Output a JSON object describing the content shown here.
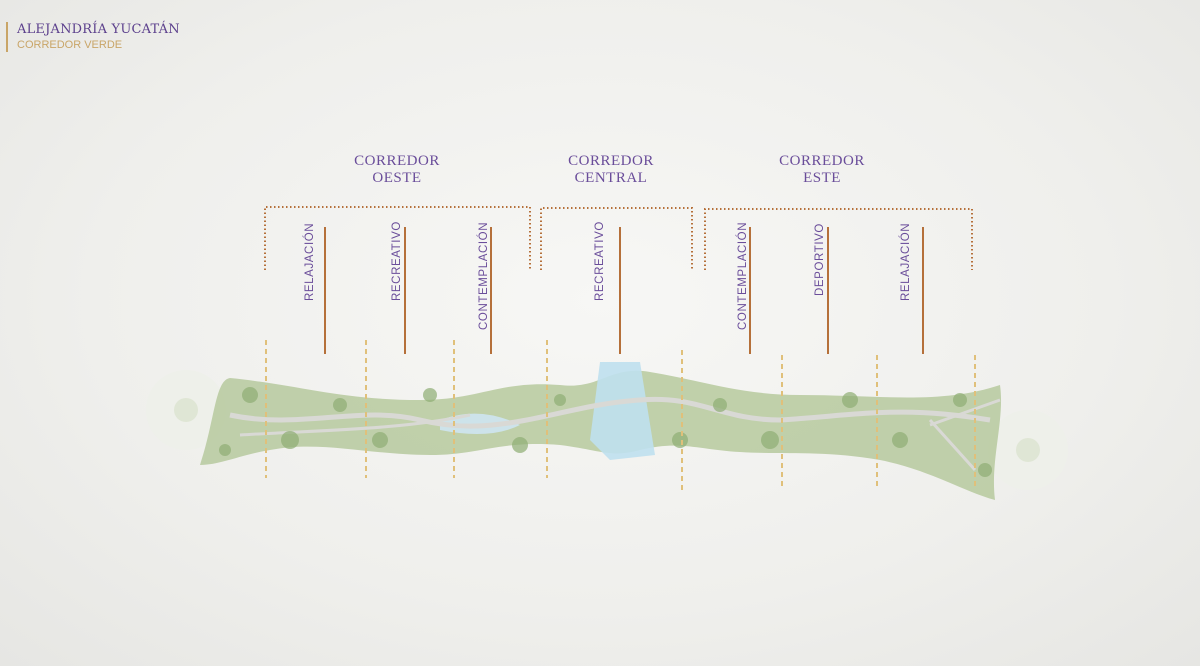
{
  "header": {
    "title": "ALEJANDRÍA YUCATÁN",
    "subtitle": "CORREDOR VERDE"
  },
  "corridors": [
    {
      "line1": "CORREDOR",
      "line2": "OESTE",
      "zones": [
        "RELAJACIÓN",
        "RECREATIVO",
        "CONTEMPLACIÓN"
      ]
    },
    {
      "line1": "CORREDOR",
      "line2": "CENTRAL",
      "zones": [
        "RECREATIVO"
      ]
    },
    {
      "line1": "CORREDOR",
      "line2": "ESTE",
      "zones": [
        "CONTEMPLACIÓN",
        "DEPORTIVO",
        "RELAJACIÓN"
      ]
    }
  ],
  "colors": {
    "title": "#5b3f8c",
    "accent": "#c9a567",
    "bracket": "#b5703a",
    "green": "#a9c08f",
    "water": "#bfe0ee"
  }
}
